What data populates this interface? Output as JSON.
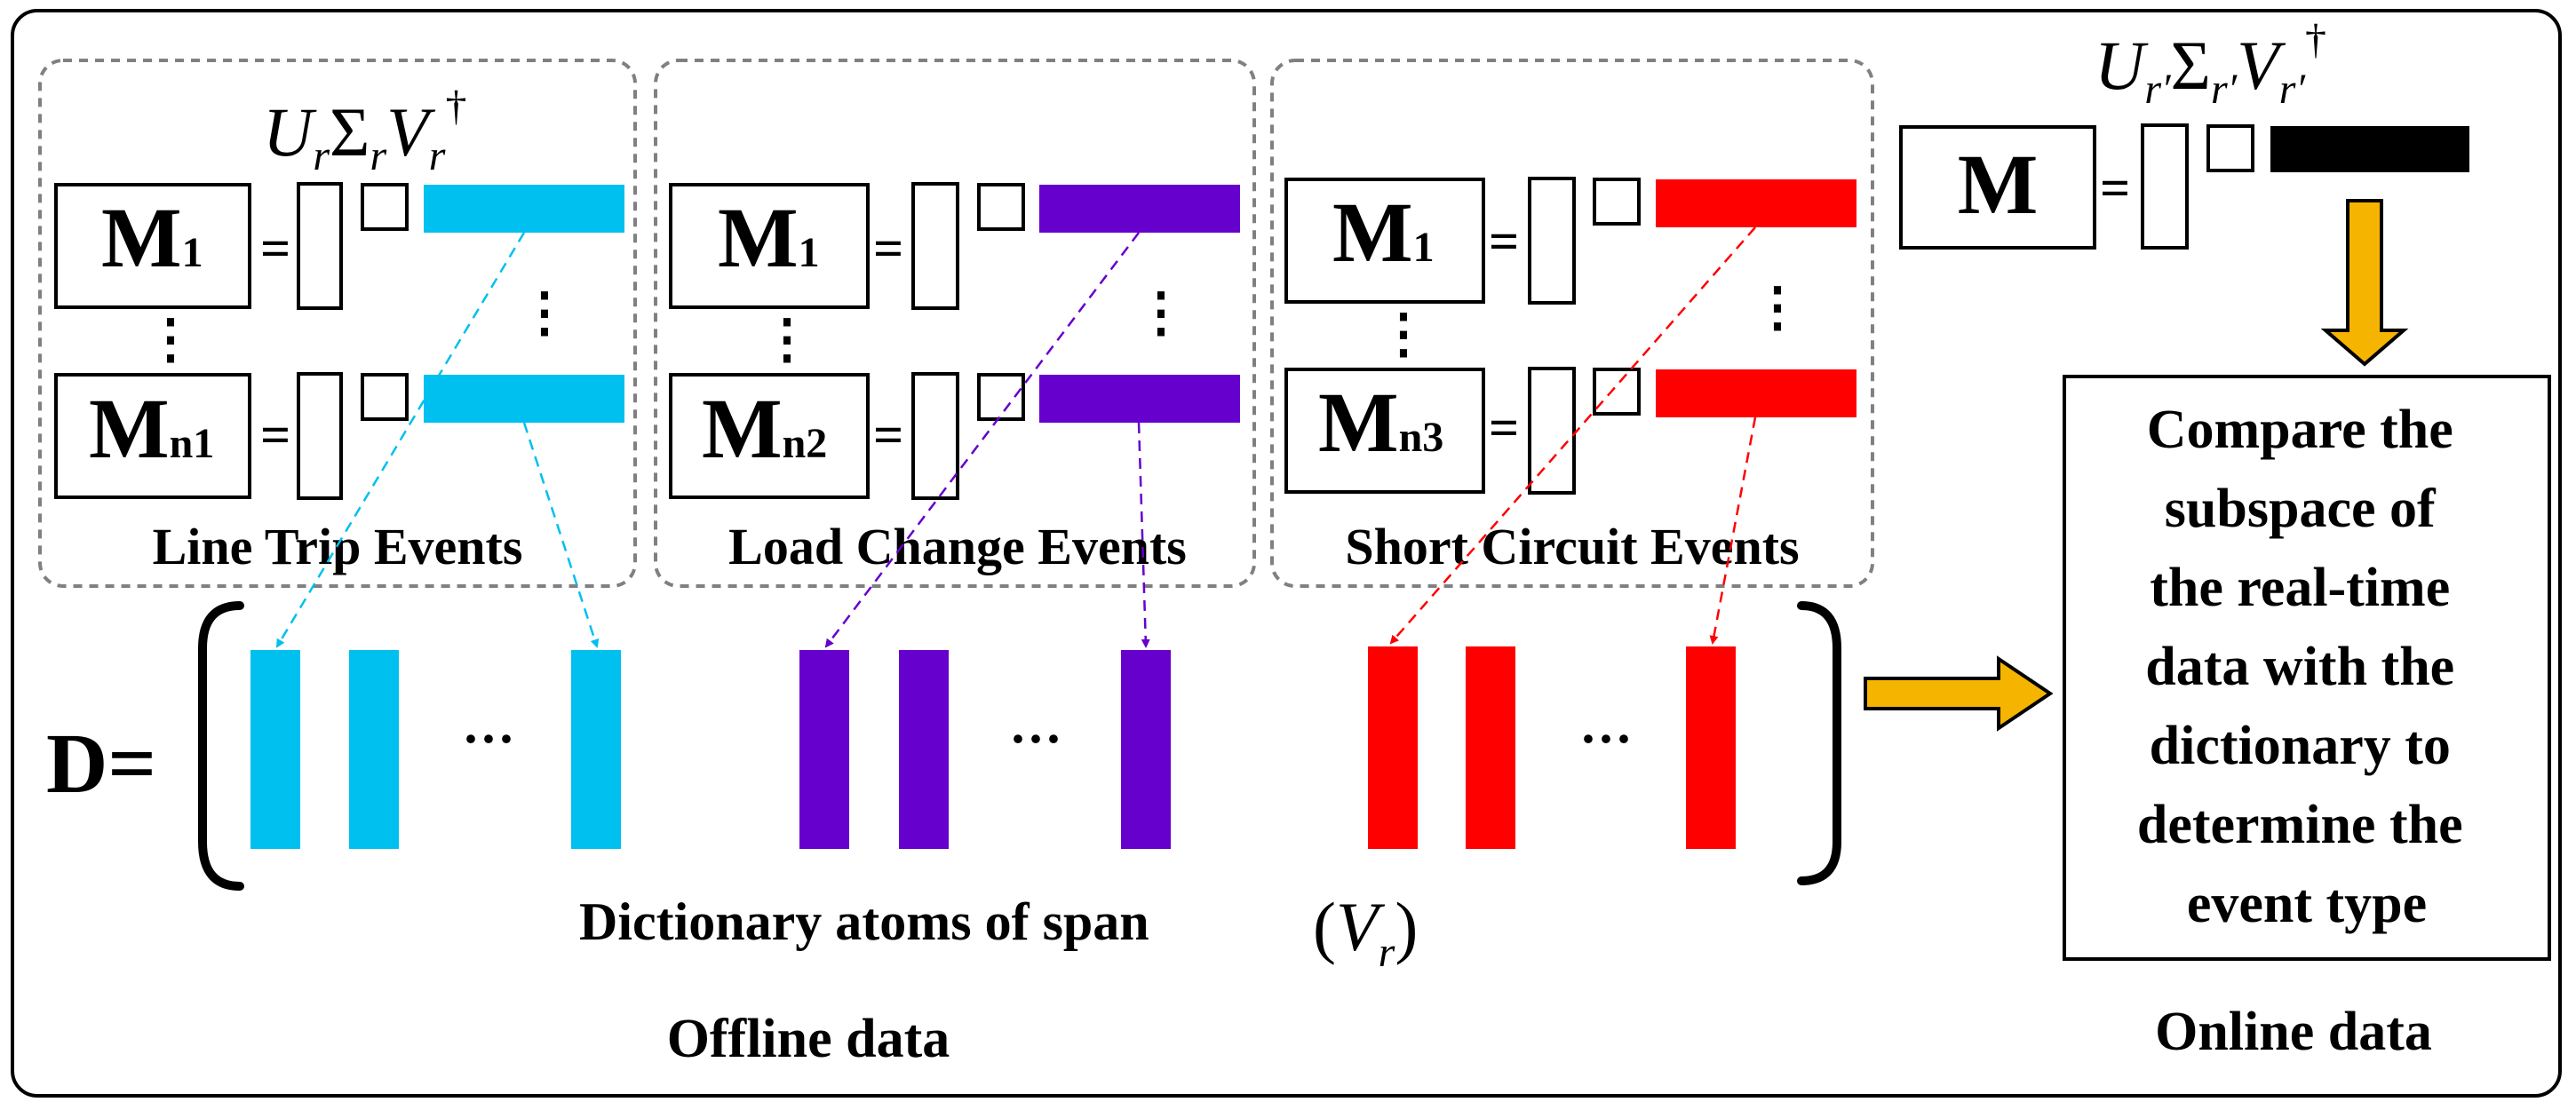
{
  "colors": {
    "line_trip": "#00c0f0",
    "load_change": "#6600cc",
    "short_circuit": "#ff0000",
    "online_matrix": "#000000",
    "arrow_fill": "#f5b400"
  },
  "groups": [
    {
      "key": "line_trip",
      "first_label": "M",
      "first_sub": "1",
      "last_label": "M",
      "last_sub": "n1",
      "title": "Line Trip Events"
    },
    {
      "key": "load_change",
      "first_label": "M",
      "first_sub": "1",
      "last_label": "M",
      "last_sub": "n2",
      "title": "Load Change Events"
    },
    {
      "key": "short_circuit",
      "first_label": "M",
      "first_sub": "1",
      "last_label": "M",
      "last_sub": "n3",
      "title": "Short Circuit Events"
    }
  ],
  "svd_offline": {
    "u": "U",
    "sigma": "Σ",
    "v": "V",
    "sub": "r",
    "dagger": "†"
  },
  "svd_online": {
    "u": "U",
    "sigma": "Σ",
    "v": "V",
    "sub": "r′",
    "dagger": "†"
  },
  "equals": "=",
  "vdots": "⋮",
  "hdots": "···",
  "dictionary": {
    "label": "D=",
    "caption": "Dictionary atoms of span",
    "span_symbol": "V",
    "span_sub": "r"
  },
  "online": {
    "matrix_label": "M",
    "compare_lines": [
      "Compare the",
      "subspace of",
      "the real-time",
      "data with the",
      "dictionary to",
      "determine the",
      "event type"
    ],
    "section_label": "Online data"
  },
  "offline": {
    "section_label": "Offline data"
  }
}
